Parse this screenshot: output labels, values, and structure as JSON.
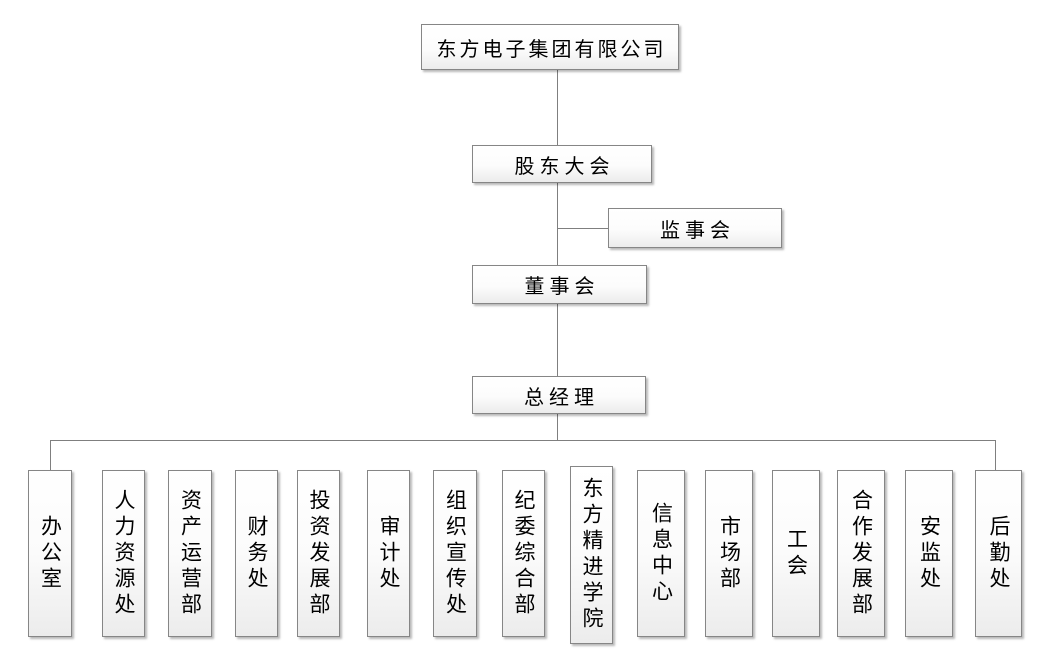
{
  "org_chart": {
    "company": "东方电子集团有限公司",
    "levels": {
      "shareholders_meeting": "股东大会",
      "supervisory_board": "监事会",
      "board_of_directors": "董事会",
      "general_manager": "总经理"
    },
    "departments": [
      "办公室",
      "人力资源处",
      "资产运营部",
      "财务处",
      "投资发展部",
      "审计处",
      "组织宣传处",
      "纪委综合部",
      "东方精进学院",
      "信息中心",
      "市场部",
      "工会",
      "合作发展部",
      "安监处",
      "后勤处"
    ],
    "colors": {
      "background": "#ffffff",
      "connector": "#7f7f7f",
      "box_border": "#868686",
      "box_fill_top": "#ffffff",
      "box_fill_bottom": "#ececec",
      "text": "#000000"
    }
  }
}
